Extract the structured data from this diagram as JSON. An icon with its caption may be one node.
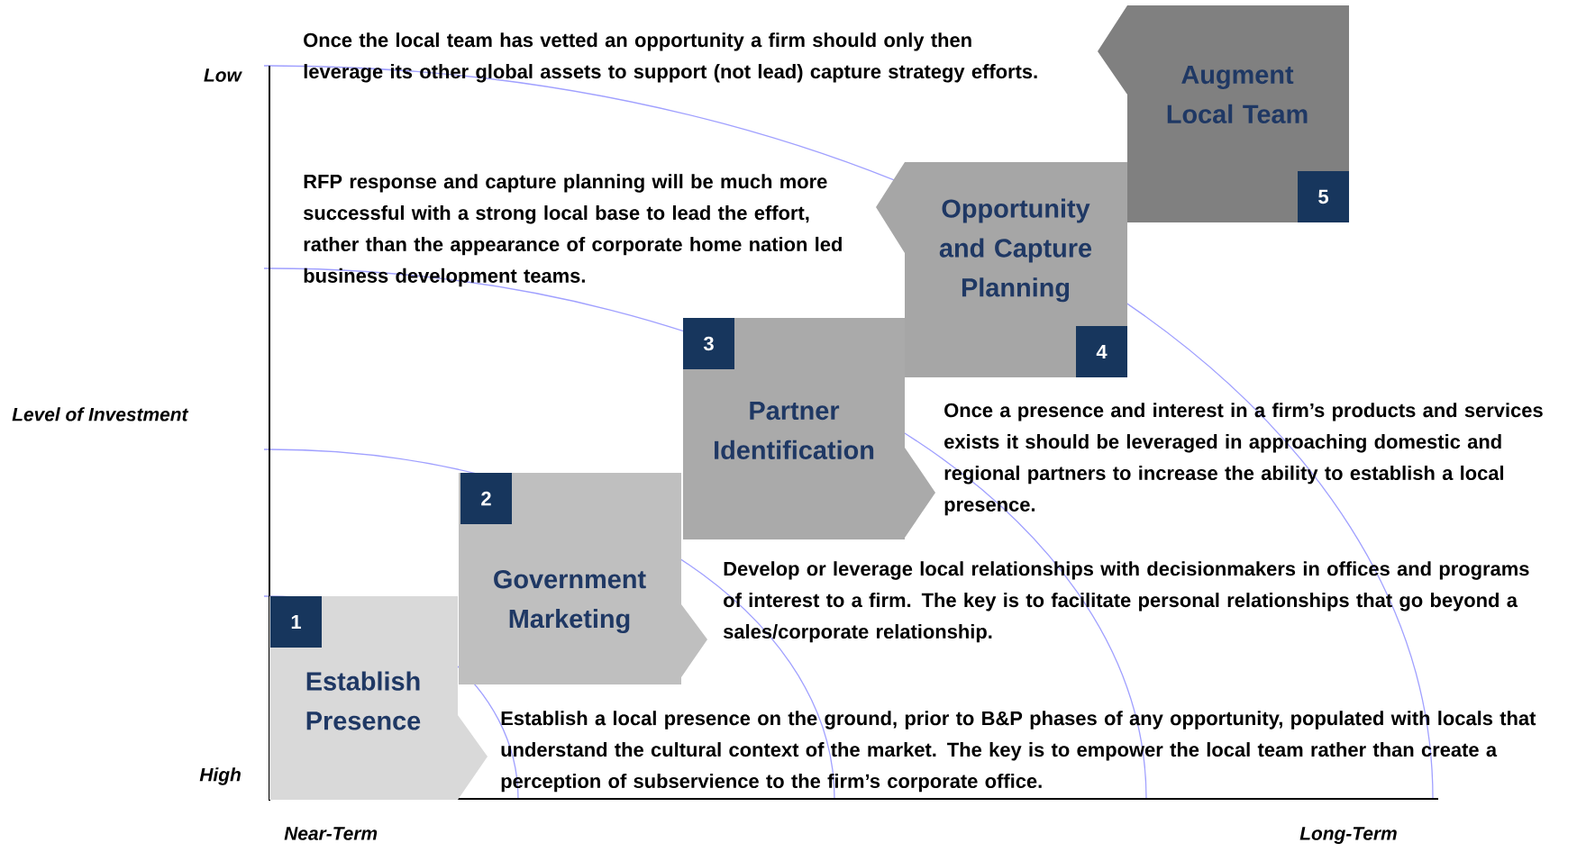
{
  "diagram": {
    "nodes": [
      {
        "text": [
          "Establish Presence"
        ],
        "beside": [
          "Establish a local presence on the ground, prior to B&P phases of any opportunity, populated with locals that understand the cultural context of the market. The key is to empower the local team rather than create a perception of subservience to the firm’s corporate office."
        ]
      },
      {
        "text": [
          "1"
        ],
        "in": 0
      },
      {
        "text": [
          "Government Marketing"
        ],
        "beside": [
          "Develop or leverage local relationships with decisionmakers in offices and programs of interest to a firm. The key is to facilitate personal relationships that go beyond a sales/corporate relationship."
        ]
      },
      {
        "text": [
          "2"
        ],
        "in": 2
      },
      {
        "text": [
          "Partner Identification"
        ],
        "beside": [
          "Once a presence and interest in a firm’s products and services exists it should be leveraged in approaching domestic and regional partners to increase the ability to establish a local presence."
        ]
      },
      {
        "text": [
          "3"
        ],
        "in": 4
      },
      {
        "text": [
          "Opportunity and Capture Planning"
        ],
        "beside": [
          "RFP response and capture planning will be much more successful with a strong local base to lead the effort, rather than the appearance of corporate home nation led business development teams."
        ]
      },
      {
        "text": [
          "4"
        ],
        "in": 6
      },
      {
        "text": [
          "Augment Local Team"
        ],
        "beside": [
          "Once the local team has vetted an opportunity a firm should only then leverage its other global assets to support (not lead) capture strategy efforts."
        ]
      },
      {
        "text": [
          "5"
        ],
        "in": 8
      }
    ],
    "labels": [
      "Low",
      "Level of Investment",
      "High",
      "Near-Term",
      "Long-Term"
    ]
  }
}
